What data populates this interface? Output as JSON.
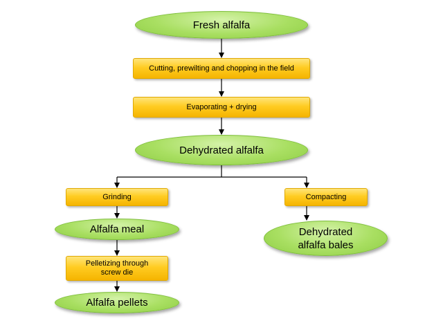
{
  "nodes": {
    "fresh_alfalfa": "Fresh alfalfa",
    "cutting": "Cutting, prewilting and chopping in the field",
    "evaporating": "Evaporating + drying",
    "dehydrated_alfalfa": "Dehydrated alfalfa",
    "grinding": "Grinding",
    "compacting": "Compacting",
    "alfalfa_meal": "Alfalfa meal",
    "dehydrated_bales": "Dehydrated alfalfa bales",
    "pelletizing": "Pelletizing through screw die",
    "alfalfa_pellets": "Alfalfa pellets"
  },
  "colors": {
    "ellipse_fill": "#a9df62",
    "box_fill": "#ffcc22",
    "connector": "#000000"
  }
}
